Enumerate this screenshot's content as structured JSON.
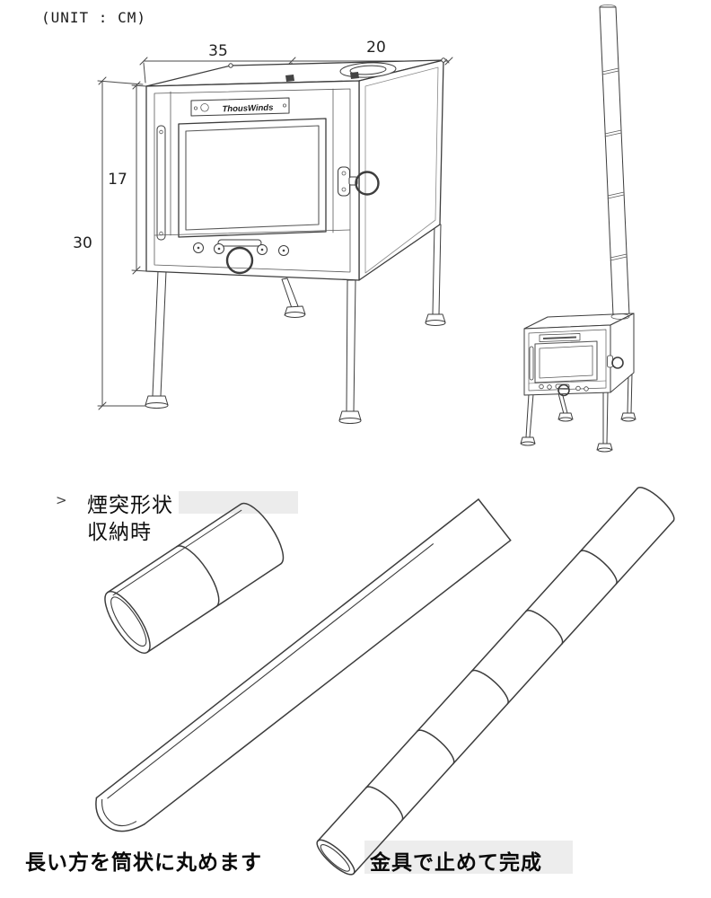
{
  "unit_label": "(UNIT : CM)",
  "brand": "ThousWinds",
  "dimensions": {
    "top_width_cm": "35",
    "top_depth_cm": "20",
    "body_height_cm": "17",
    "total_height_cm": "30"
  },
  "chimney_section": {
    "pointer": ">",
    "title_line1": "煙突形状",
    "title_line2": "収納時",
    "caption_roll": "長い方を筒状に丸めます",
    "caption_fasten": "金具で止めて完成"
  },
  "colors": {
    "line": "#3d3d3d",
    "dimension_line": "#4a4a4a",
    "text": "#111111",
    "highlight_box": "#ececec"
  }
}
